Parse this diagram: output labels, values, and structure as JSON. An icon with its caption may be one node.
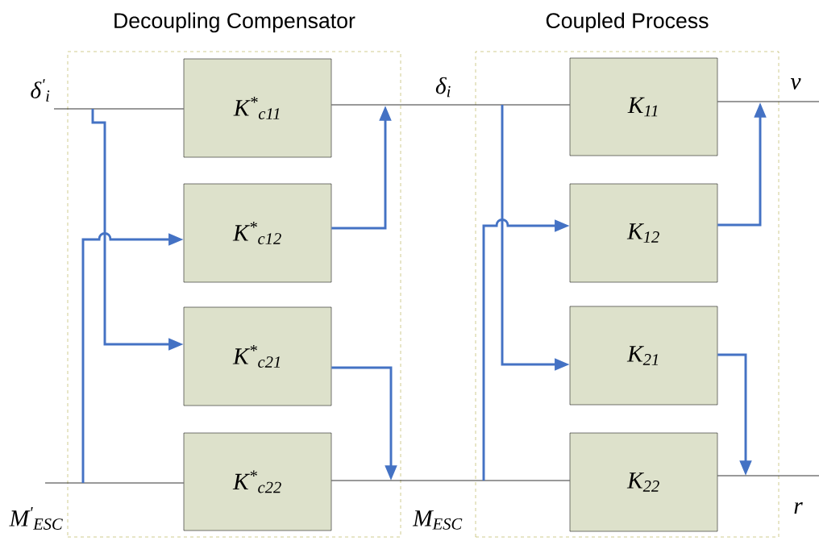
{
  "diagram": {
    "nodes": [
      {
        "text": [
          "Decoupling Compensator"
        ]
      },
      {
        "text": [
          "K$^{*}$$_{c11}$"
        ],
        "in": 0
      },
      {
        "text": [
          "K$^{*}$$_{c12}$"
        ],
        "in": 0
      },
      {
        "text": [
          "K$^{*}$$_{c21}$"
        ],
        "in": 0
      },
      {
        "text": [
          "K$^{*}$$_{c22}$"
        ],
        "in": 0
      },
      {
        "text": [
          "Coupled Process"
        ]
      },
      {
        "text": [
          "K$_{11}$"
        ],
        "in": 5
      },
      {
        "text": [
          "K$_{12}$"
        ],
        "in": 5
      },
      {
        "text": [
          "K$_{21}$"
        ],
        "in": 5
      },
      {
        "text": [
          "K$_{22}$"
        ],
        "in": 5
      }
    ],
    "edges": [
      {
        "from": null,
        "to": 1,
        "arrow": "none",
        "color": "#000000"
      },
      {
        "from": null,
        "to": 3,
        "arrow": "to"
      },
      {
        "from": null,
        "to": 4,
        "arrow": "none",
        "color": "#000000"
      },
      {
        "from": null,
        "to": 2,
        "arrow": "to"
      },
      {
        "from": 2,
        "to": null,
        "arrow": "to"
      },
      {
        "from": 3,
        "to": null,
        "arrow": "to"
      },
      {
        "from": 1,
        "to": 6,
        "arrow": "none",
        "label": "δ$_{i}$",
        "color": "#000000"
      },
      {
        "from": 4,
        "to": 9,
        "arrow": "none",
        "label": "M$_{ESC}$",
        "color": "#000000"
      },
      {
        "from": null,
        "to": 8,
        "arrow": "to"
      },
      {
        "from": null,
        "to": 7,
        "arrow": "to"
      },
      {
        "from": 7,
        "to": null,
        "arrow": "to"
      },
      {
        "from": 8,
        "to": null,
        "arrow": "to"
      },
      {
        "from": 6,
        "to": null,
        "arrow": "none",
        "color": "#000000"
      },
      {
        "from": 9,
        "to": null,
        "arrow": "none",
        "color": "#000000"
      }
    ],
    "labels": [
      "δ$^{'}$$_{i}$",
      "M$^{'}$$_{ESC}$",
      "v",
      "r"
    ]
  }
}
